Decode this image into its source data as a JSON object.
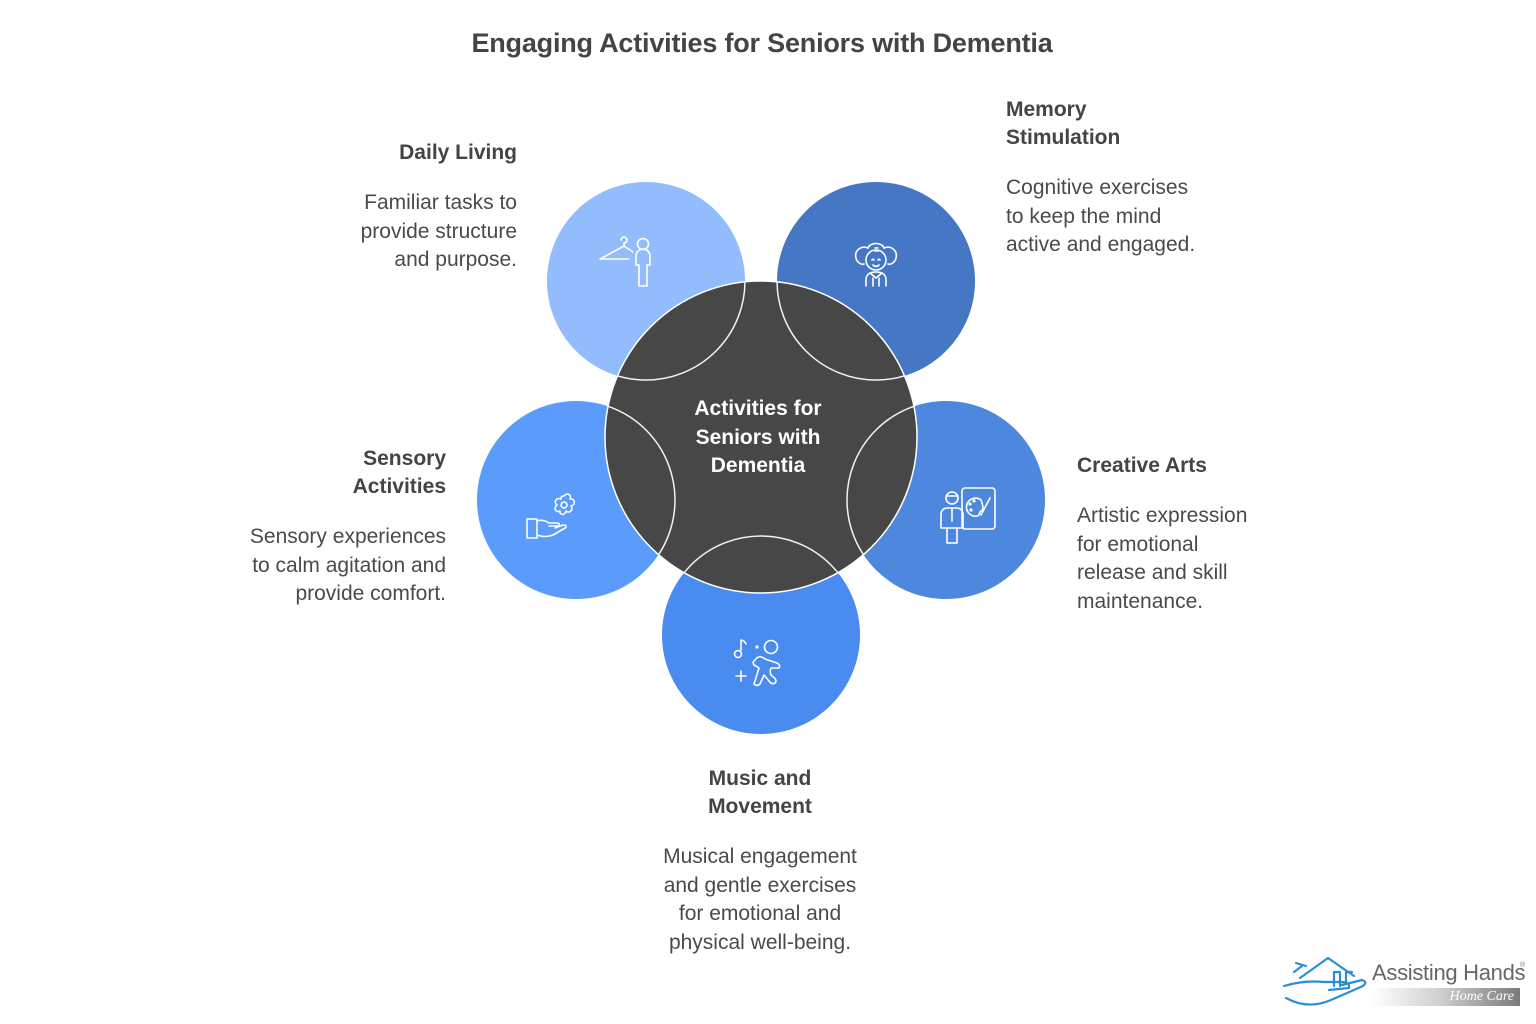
{
  "title": "Engaging Activities for Seniors with Dementia",
  "center": {
    "label_lines": [
      "Activities for",
      "Seniors with",
      "Dementia"
    ],
    "color": "#474747"
  },
  "nodes": [
    {
      "id": "daily-living",
      "heading_lines": [
        "Daily Living"
      ],
      "desc_lines": [
        "Familiar tasks to",
        "provide structure",
        "and purpose."
      ],
      "color": "#93bcfc",
      "icon": "person-with-hanger-icon"
    },
    {
      "id": "memory-stimulation",
      "heading_lines": [
        "Memory",
        "Stimulation"
      ],
      "desc_lines": [
        "Cognitive exercises",
        "to keep the mind",
        "active and engaged."
      ],
      "color": "#4677c4",
      "icon": "elderly-person-icon"
    },
    {
      "id": "sensory-activities",
      "heading_lines": [
        "Sensory",
        "Activities"
      ],
      "desc_lines": [
        "Sensory experiences",
        "to calm agitation and",
        "provide comfort."
      ],
      "color": "#5b9bfc",
      "icon": "hand-with-flower-icon"
    },
    {
      "id": "creative-arts",
      "heading_lines": [
        "Creative Arts"
      ],
      "desc_lines": [
        "Artistic expression",
        "for emotional",
        "release and skill",
        "maintenance."
      ],
      "color": "#4d87de",
      "icon": "painter-with-canvas-icon"
    },
    {
      "id": "music-and-movement",
      "heading_lines": [
        "Music and",
        "Movement"
      ],
      "desc_lines": [
        "Musical engagement",
        "and gentle exercises",
        "for emotional and",
        "physical well-being."
      ],
      "color": "#4a8bf0",
      "icon": "dancing-person-music-icon"
    }
  ],
  "logo": {
    "brand": "Assisting Hands",
    "registered": "®",
    "subtitle": "Home Care",
    "icon": "hand-holding-house-icon",
    "color": "#2a8fd0"
  }
}
